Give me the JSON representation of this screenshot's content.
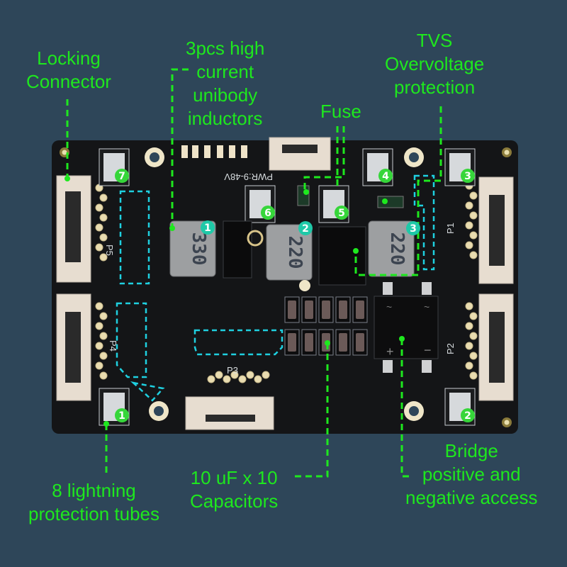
{
  "callouts": {
    "locking_connector": [
      "Locking",
      "Connector"
    ],
    "inductors": [
      "3pcs high",
      "current",
      "unibody",
      "inductors"
    ],
    "fuse": [
      "Fuse"
    ],
    "tvs": [
      "TVS",
      "Overvoltage",
      "protection"
    ],
    "lightning_tubes": [
      "8 lightning",
      "protection tubes"
    ],
    "capacitors": [
      "10 uF x 10",
      "Capacitors"
    ],
    "bridge": [
      "Bridge",
      "positive and",
      "negative access"
    ]
  },
  "board": {
    "silkscreen_power": "PWR:9-48V",
    "connectors": [
      "P1",
      "P2",
      "P3",
      "P4",
      "P5"
    ],
    "inductor_markings": [
      "330",
      "220",
      "220"
    ],
    "inductor_numbers": [
      "1",
      "2",
      "3"
    ],
    "tube_numbers": [
      "1",
      "2",
      "3",
      "4",
      "5",
      "6",
      "7"
    ],
    "bridge_plus": "+",
    "bridge_minus": "−",
    "bridge_ac": "~"
  },
  "colors": {
    "background": "#2e4659",
    "callout_green": "#1ee81e",
    "teal_outline": "#1fd0e0",
    "teal_badge": "#1fc9a8",
    "pcb": "#141517"
  }
}
